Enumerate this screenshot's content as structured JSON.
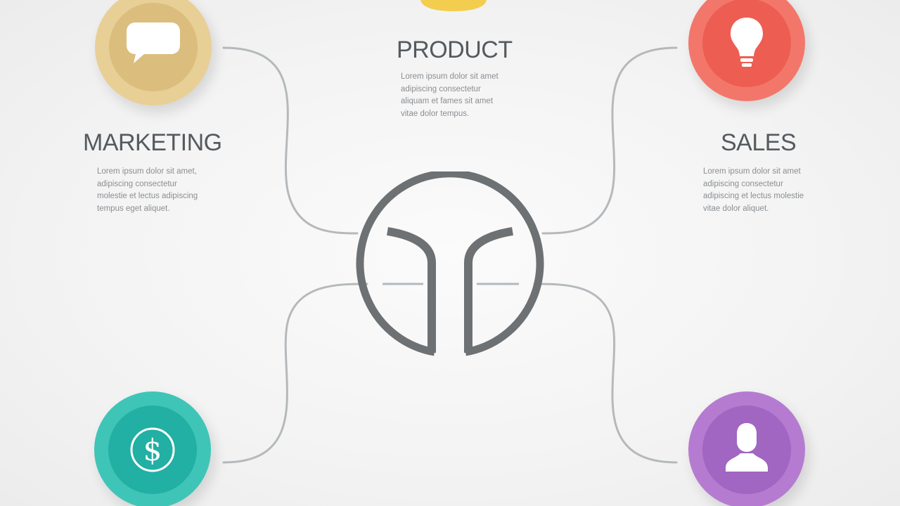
{
  "colors": {
    "product": "#f3cd4e",
    "marketing_outer": "#e8cf95",
    "marketing_inner": "#dbbd7d",
    "sales_outer": "#f2776a",
    "sales_inner": "#ee5d52",
    "finance_outer": "#3ec5b7",
    "finance_inner": "#21b0a3",
    "people_outer": "#b57bd1",
    "people_inner": "#a165c2",
    "line": "#b5b9bc",
    "hub": "#6d7173"
  },
  "icons": {
    "marketing": "speech-bubble-icon",
    "sales": "lightbulb-icon",
    "finance": "dollar-icon",
    "people": "person-icon",
    "product": "product-icon",
    "hub": "hub-logo-icon"
  },
  "sections": {
    "product": {
      "title": "PRODUCT",
      "body": "Lorem ipsum dolor sit amet\nadipiscing consectetur\naliquam et fames sit amet\nvitae dolor tempus."
    },
    "marketing": {
      "title": "MARKETING",
      "body": "Lorem ipsum dolor sit amet,\nadipiscing consectetur\nmolestie et lectus adipiscing\ntempus eget aliquet."
    },
    "sales": {
      "title": "SALES",
      "body": "Lorem ipsum dolor sit amet\nadipiscing consectetur\nadipiscing et lectus molestie\nvitae dolor aliquet."
    }
  }
}
